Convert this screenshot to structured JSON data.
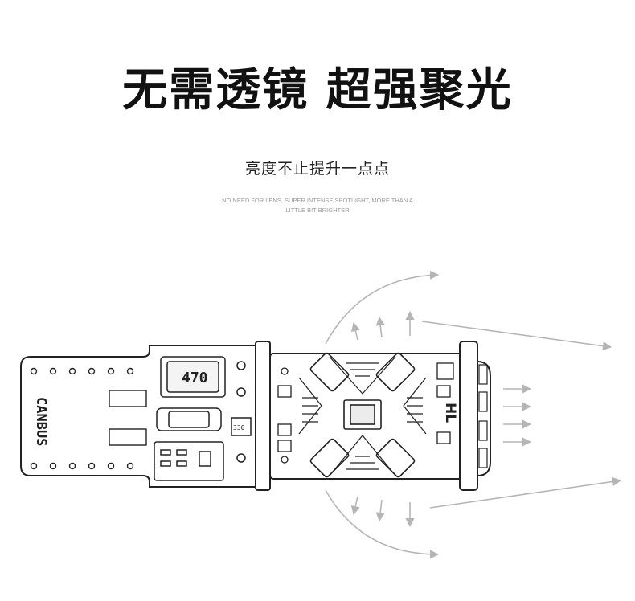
{
  "headline": "无需透镜 超强聚光",
  "subheadline": "亮度不止提升一点点",
  "caption": "NO NEED FOR LENS, SUPER INTENSE SPOTLIGHT, MORE THAN A LITTLE BIT BRIGHTER",
  "illustration": {
    "board_label": "CANBUS",
    "chip_label": "470",
    "resistor_label": "330",
    "side_label": "HL",
    "stroke_color": "#222222",
    "arrow_color": "#b5b5b5"
  }
}
